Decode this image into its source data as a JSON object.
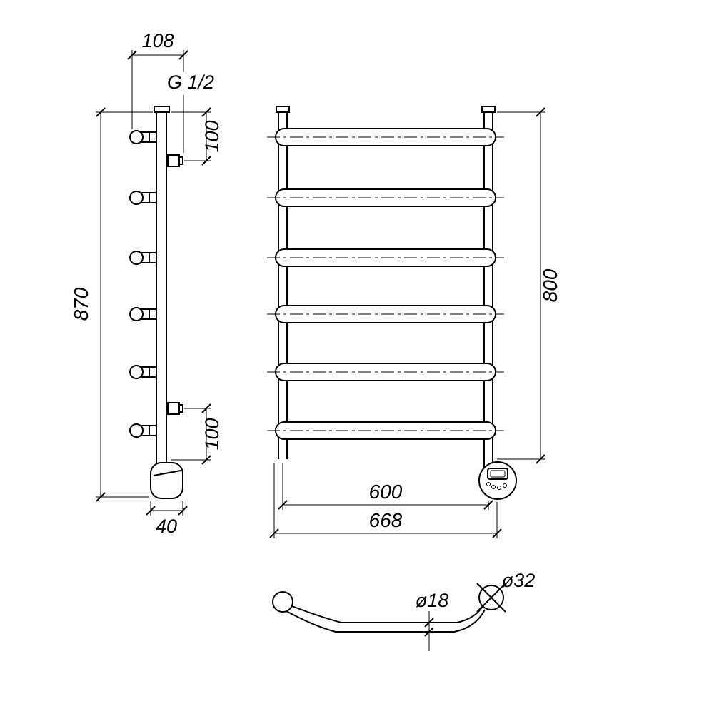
{
  "drawing": {
    "description": "Technical dimension drawing of a 6-bar ladder heated towel rail with electric heating element: side view, front view and bar cross-section detail",
    "background": "#ffffff",
    "line_color": "#000000",
    "side_view": {
      "depth": "108",
      "thread": "G 1/2",
      "height": "870",
      "top_offset": "100",
      "bottom_offset": "100",
      "element_width": "40",
      "rung_count": 6
    },
    "front_view": {
      "height": "800",
      "inner_width": "600",
      "overall_width": "668",
      "rung_count": 6
    },
    "detail_view": {
      "bar_diameter": "ø18",
      "post_diameter": "ø32"
    }
  }
}
